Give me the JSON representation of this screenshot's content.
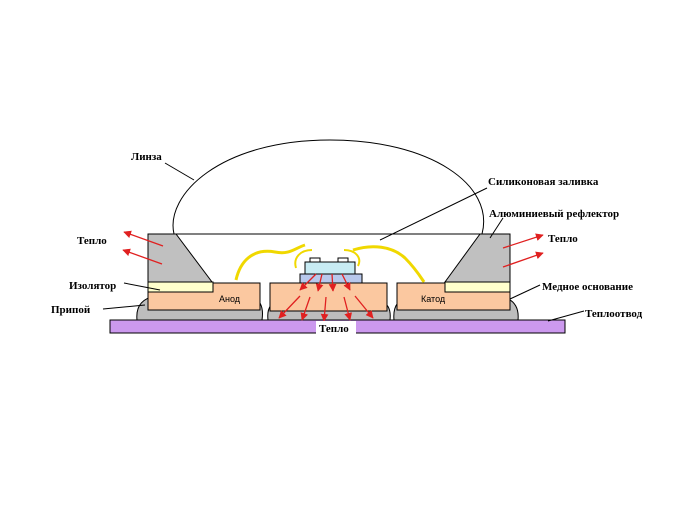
{
  "labels": {
    "lens": "Линза",
    "silicone_fill": "Силиконовая заливка",
    "aluminum_reflector": "Алюминиевый рефлектор",
    "heat_left": "Тепло",
    "heat_right": "Тепло",
    "insulator": "Изолятор",
    "copper_base": "Медное основание",
    "solder": "Припой",
    "heatsink": "Теплоотвод",
    "anode": "Анод",
    "cathode": "Катод",
    "heat_bottom": "Тепло"
  },
  "colors": {
    "reflector": "#c0c0c0",
    "insulator": "#ffffcc",
    "copper": "#fbc8a0",
    "solder": "#bdbdbd",
    "heatsink": "#cc99ee",
    "wire": "#f0d800",
    "chip": "#c8ecf4",
    "heat_arrow": "#e02020"
  }
}
